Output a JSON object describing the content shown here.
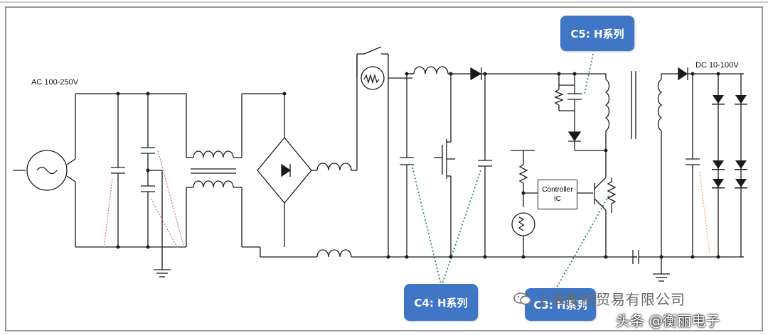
{
  "labels": {
    "ac_input": "AC 100-250V",
    "dc_output": "DC 10-100V",
    "controller_line1": "Controller",
    "controller_line2": "IC"
  },
  "callouts": {
    "c5": "C5: H系列",
    "c4": "C4: H系列",
    "c3": "C3: H系列"
  },
  "watermarks": {
    "company": "上海衡丽贸易有限公司",
    "toutiao": "头条 @衡丽电子"
  },
  "colors": {
    "callout_bg": "#3f76c6",
    "wire": "#1a1a1a",
    "leader": "#2e8b57",
    "hint_red": "#d07070",
    "hint_orange": "#e8a060"
  }
}
